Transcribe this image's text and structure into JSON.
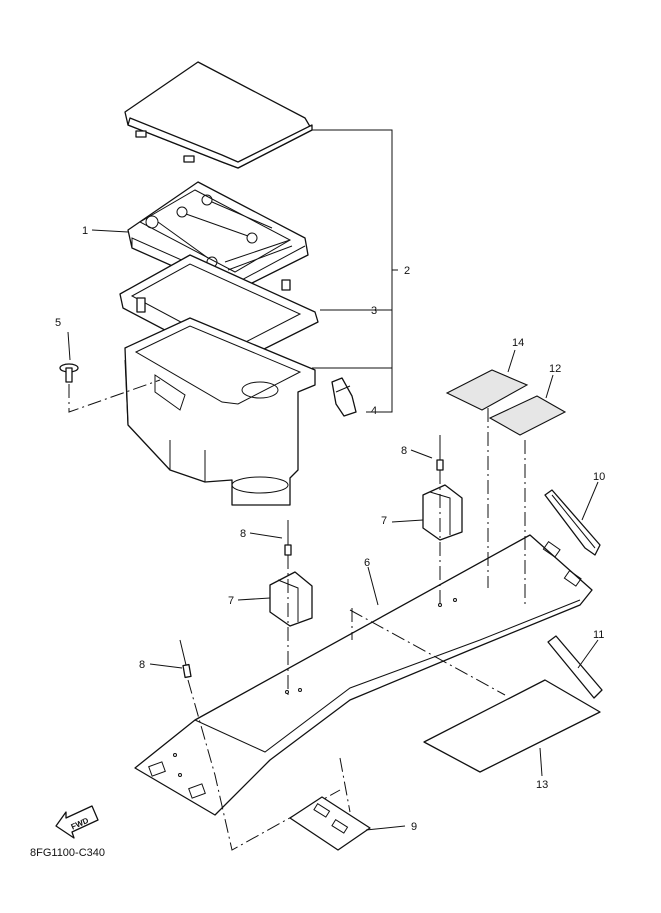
{
  "diagram_code": "8FG1100-C340",
  "fwd_label": "FWD",
  "callouts": [
    "1",
    "2",
    "3",
    "4",
    "5",
    "6",
    "7",
    "7",
    "8",
    "8",
    "8",
    "9",
    "10",
    "11",
    "12",
    "13",
    "14"
  ]
}
